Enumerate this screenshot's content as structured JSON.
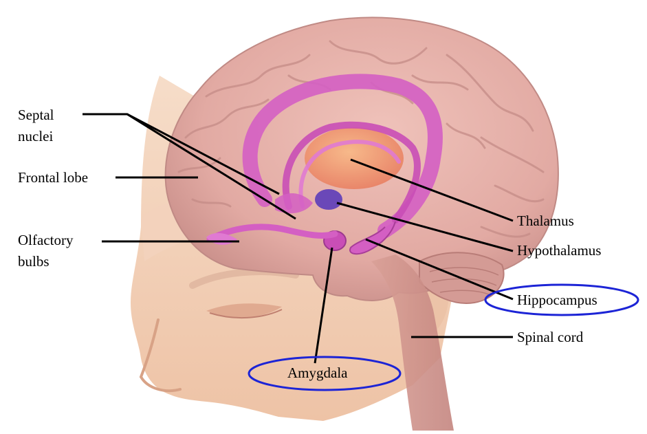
{
  "labels": {
    "septal": [
      "Septal",
      "nuclei"
    ],
    "frontal_lobe": "Frontal lobe",
    "olfactory": [
      "Olfactory",
      "bulbs"
    ],
    "thalamus": "Thalamus",
    "hypothalamus": "Hypothalamus",
    "hippocampus": "Hippocampus",
    "spinal_cord": "Spinal cord",
    "amygdala": "Amygdala"
  },
  "colors": {
    "skin": "#f2d2bb",
    "brain": "#e3aaa3",
    "limbic": "#d45fc3",
    "thalamus": "#ee9a72",
    "hypothalamus": "#6a48b8",
    "highlight": "#1c24d6"
  }
}
